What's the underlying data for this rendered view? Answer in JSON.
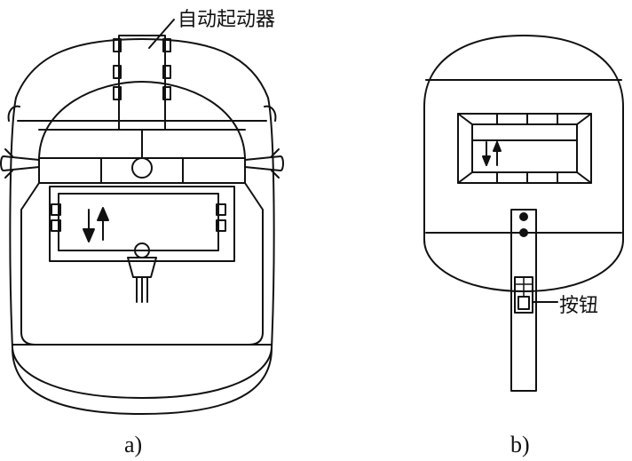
{
  "labels": {
    "auto_starter": "自动起动器",
    "button": "按钮"
  },
  "captions": {
    "a": "a)",
    "b": "b)"
  },
  "colors": {
    "stroke": "#111111",
    "background": "#ffffff"
  }
}
